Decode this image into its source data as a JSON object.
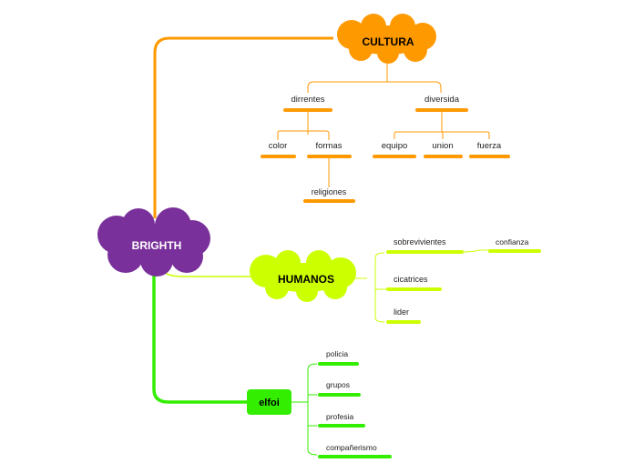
{
  "colors": {
    "central": "#7a309a",
    "cultura": "#ff9900",
    "humanos": "#ccff00",
    "elfoi": "#33ee00"
  },
  "central": {
    "label": "BRIGHTH"
  },
  "cultura": {
    "label": "CULTURA",
    "groups": [
      {
        "label": "dirrentes",
        "children": [
          {
            "label": "color"
          },
          {
            "label": "formas",
            "child": "religiones"
          }
        ]
      },
      {
        "label": "diversida",
        "children": [
          {
            "label": "equipo"
          },
          {
            "label": "union"
          },
          {
            "label": "fuerza"
          }
        ]
      }
    ]
  },
  "humanos": {
    "label": "HUMANOS",
    "items": [
      {
        "label": "sobrevivientes",
        "child": "confianza"
      },
      {
        "label": "cicatrices"
      },
      {
        "label": "lider"
      }
    ]
  },
  "elfoi": {
    "label": "elfoi",
    "items": [
      "policia",
      "grupos",
      "profesia",
      "compañerismo"
    ]
  }
}
